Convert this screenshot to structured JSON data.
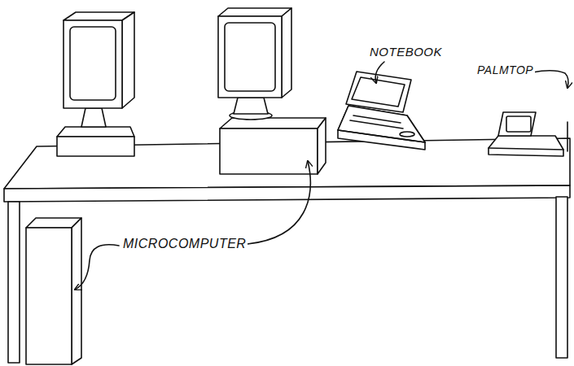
{
  "diagram": {
    "labels": [
      "NOTEBOOK",
      "PALMTOP",
      "MICROCOMPUTER"
    ]
  }
}
